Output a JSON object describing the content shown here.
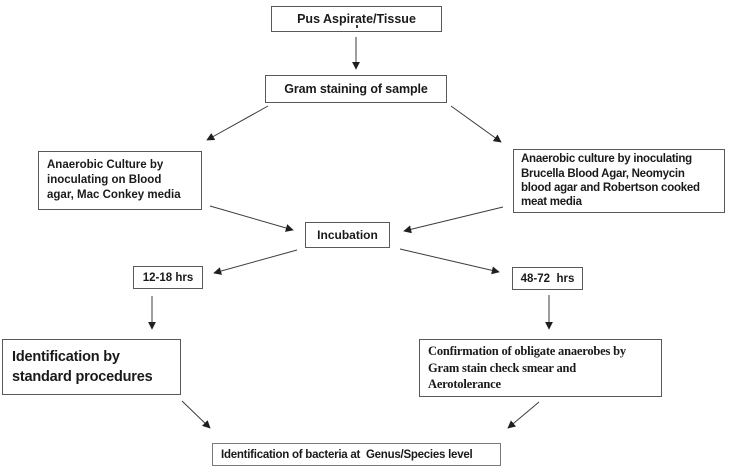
{
  "diagram": {
    "type": "flowchart",
    "colors": {
      "background": "#ffffff",
      "box_border": "#595959",
      "text": "#1a1a1a",
      "arrow": "#3d3d3d"
    },
    "nodes": {
      "pus": {
        "label": "Pus Aspirate/Tissue"
      },
      "gram": {
        "label": "Gram staining of sample"
      },
      "left_culture": {
        "label": "Anaerobic Culture by\ninoculating on Blood\nagar, Mac Conkey media"
      },
      "right_culture": {
        "label": "Anaerobic culture by inoculating\nBrucella Blood Agar, Neomycin\nblood agar and Robertson cooked\nmeat media"
      },
      "incubation": {
        "label": "Incubation"
      },
      "hrs_12_18": {
        "label": "12-18 hrs"
      },
      "hrs_48_72": {
        "label": "48-72  hrs"
      },
      "ident_std": {
        "label": "Identification by\nstandard procedures"
      },
      "confirm": {
        "label": "Confirmation of obligate anaerobes by\nGram stain check smear and\nAerotolerance"
      },
      "genus": {
        "label": "Identification of bacteria at  Genus/Species level"
      }
    },
    "edges": [
      {
        "from": "pus",
        "to": "gram"
      },
      {
        "from": "gram",
        "to": "left_culture"
      },
      {
        "from": "gram",
        "to": "right_culture"
      },
      {
        "from": "left_culture",
        "to": "incubation"
      },
      {
        "from": "right_culture",
        "to": "incubation"
      },
      {
        "from": "incubation",
        "to": "hrs_12_18"
      },
      {
        "from": "incubation",
        "to": "hrs_48_72"
      },
      {
        "from": "hrs_12_18",
        "to": "ident_std"
      },
      {
        "from": "hrs_48_72",
        "to": "confirm"
      },
      {
        "from": "ident_std",
        "to": "genus"
      },
      {
        "from": "confirm",
        "to": "genus"
      }
    ]
  }
}
